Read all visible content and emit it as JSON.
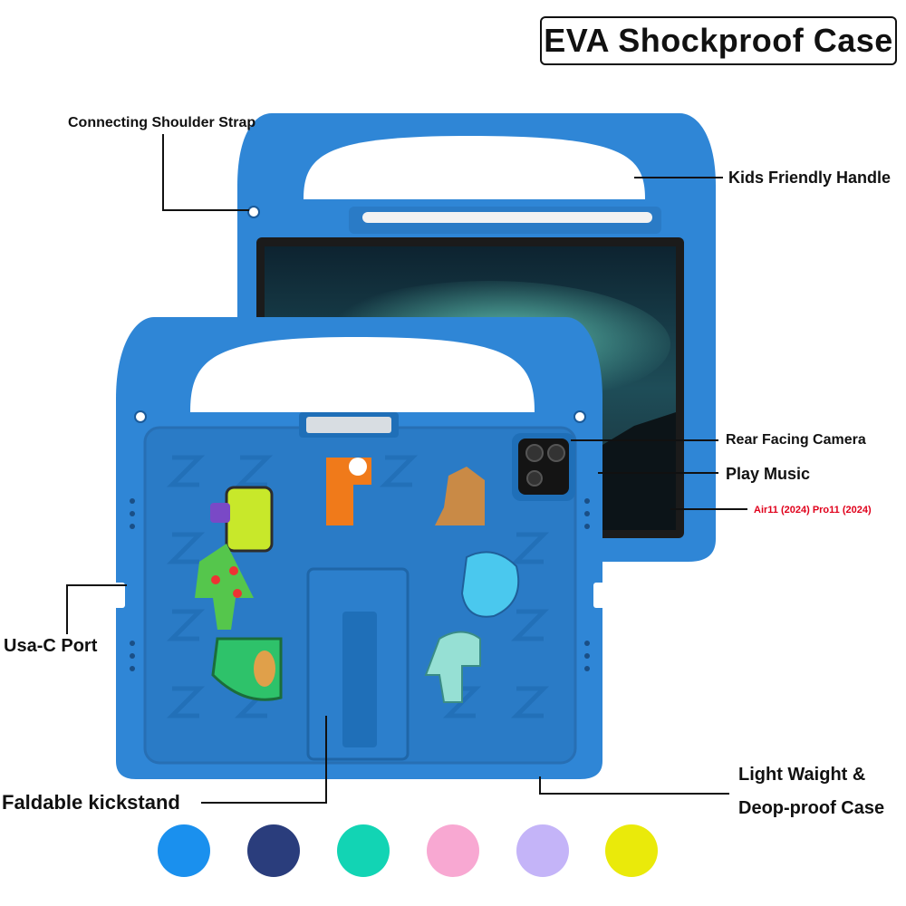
{
  "title": "EVA Shockproof Case",
  "callouts": {
    "shoulder_strap": "Connecting Shoulder Strap",
    "handle": "Kids Friendly Handle",
    "camera": "Rear Facing Camera",
    "music": "Play Music",
    "models": "Air11  (2024)  Pro11 (2024)",
    "port": "Usa-C Port",
    "kickstand": "Faldable kickstand",
    "weight_line1": "Light Waight &",
    "weight_line2": "Deop-proof Case"
  },
  "colors": {
    "case_blue": "#2f86d6",
    "swatches": [
      "#1a90ee",
      "#2a3d7c",
      "#12d4b4",
      "#f8a8d2",
      "#c4b4f8",
      "#eaea0a"
    ]
  }
}
